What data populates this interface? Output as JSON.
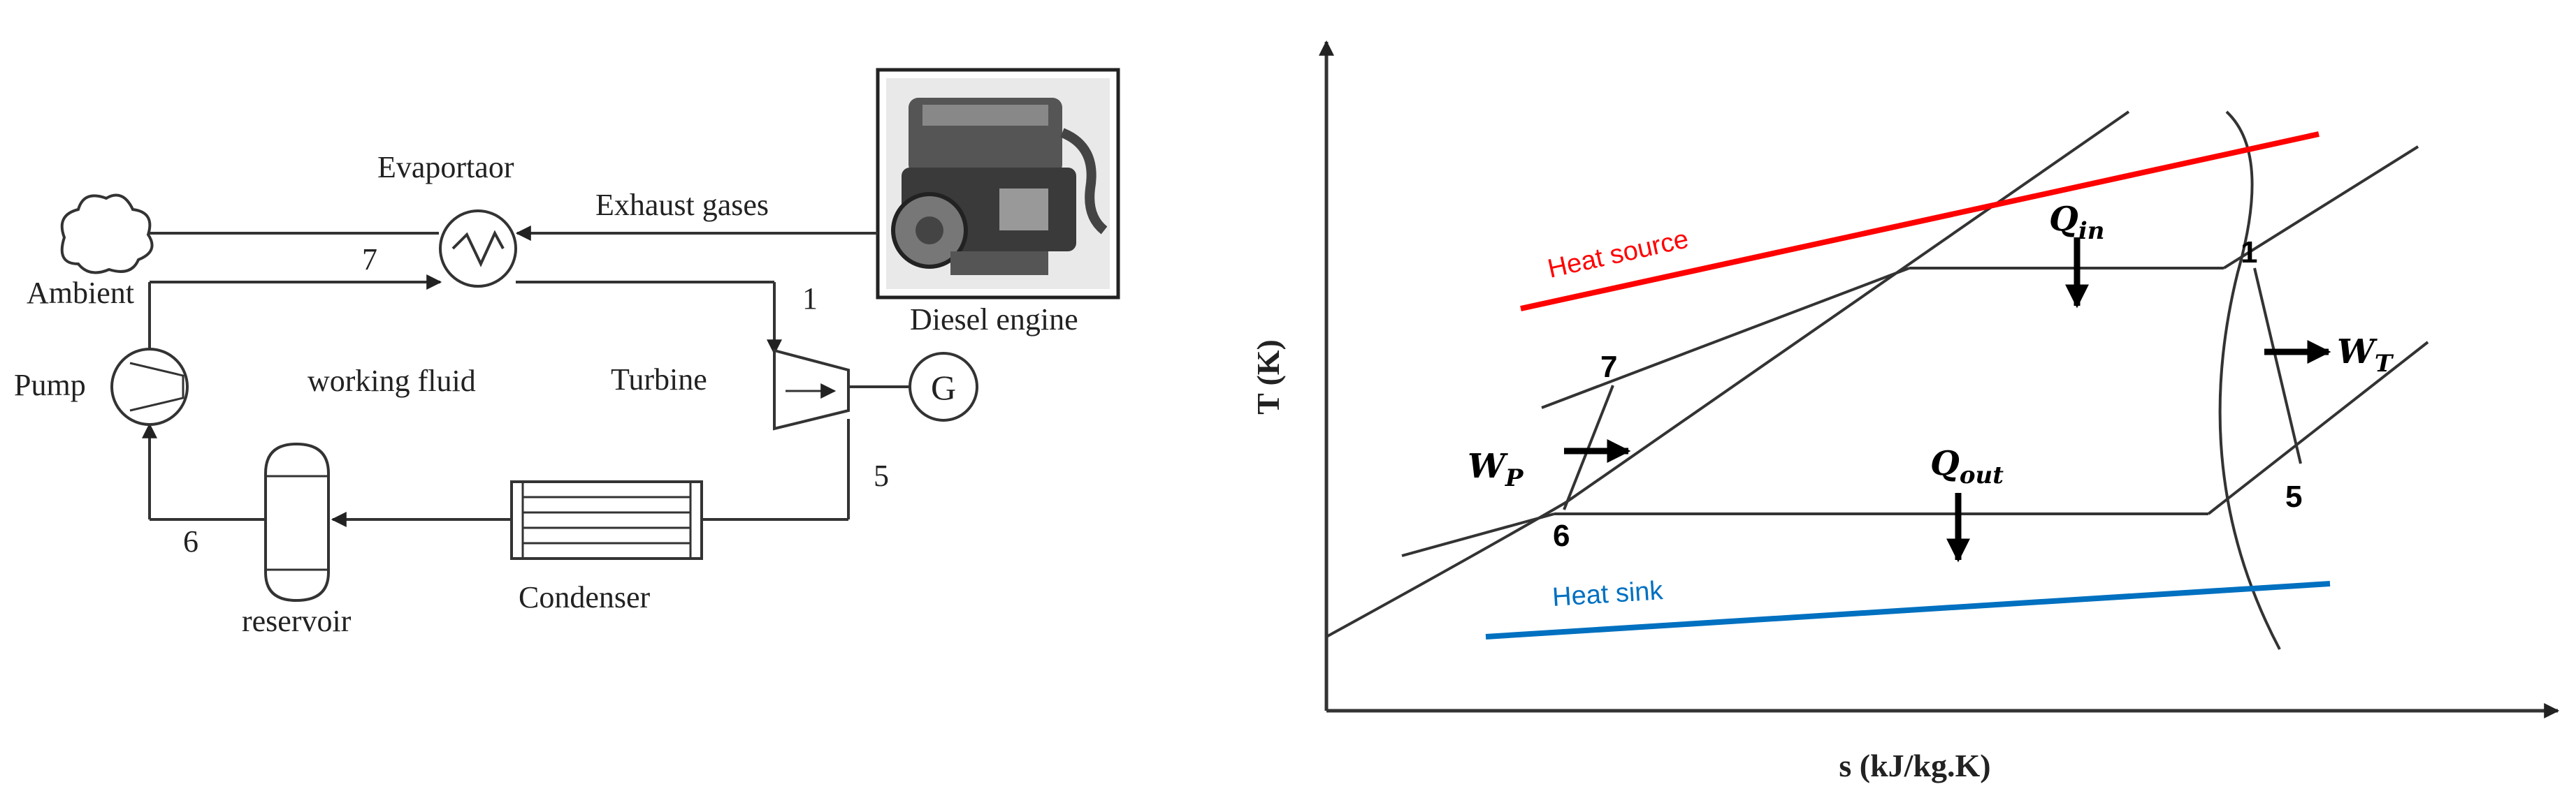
{
  "schematic": {
    "labels": {
      "evaporator": "Evaportaor",
      "exhaust": "Exhaust gases",
      "ambient": "Ambient",
      "diesel_engine": "Diesel engine",
      "pump": "Pump",
      "working_fluid": "working fluid",
      "turbine": "Turbine",
      "generator": "G",
      "condenser": "Condenser",
      "reservoir": "reservoir"
    },
    "state_points": {
      "p1": "1",
      "p5": "5",
      "p6": "6",
      "p7": "7"
    }
  },
  "ts_diagram": {
    "axis_y_label": "T (K)",
    "axis_x_label": "s (kJ/kg.K)",
    "heat_source_label": "Heat source",
    "heat_sink_label": "Heat sink",
    "heat_source_color": "#ff0000",
    "heat_sink_color": "#0070c0",
    "points": {
      "p1": "1",
      "p5": "5",
      "p6": "6",
      "p7": "7"
    },
    "q_in": {
      "base": "Q",
      "sub": "in"
    },
    "q_out": {
      "base": "Q",
      "sub": "out"
    },
    "w_t": {
      "base": "W",
      "sub": "T"
    },
    "w_p": {
      "base": "W",
      "sub": "P"
    }
  }
}
